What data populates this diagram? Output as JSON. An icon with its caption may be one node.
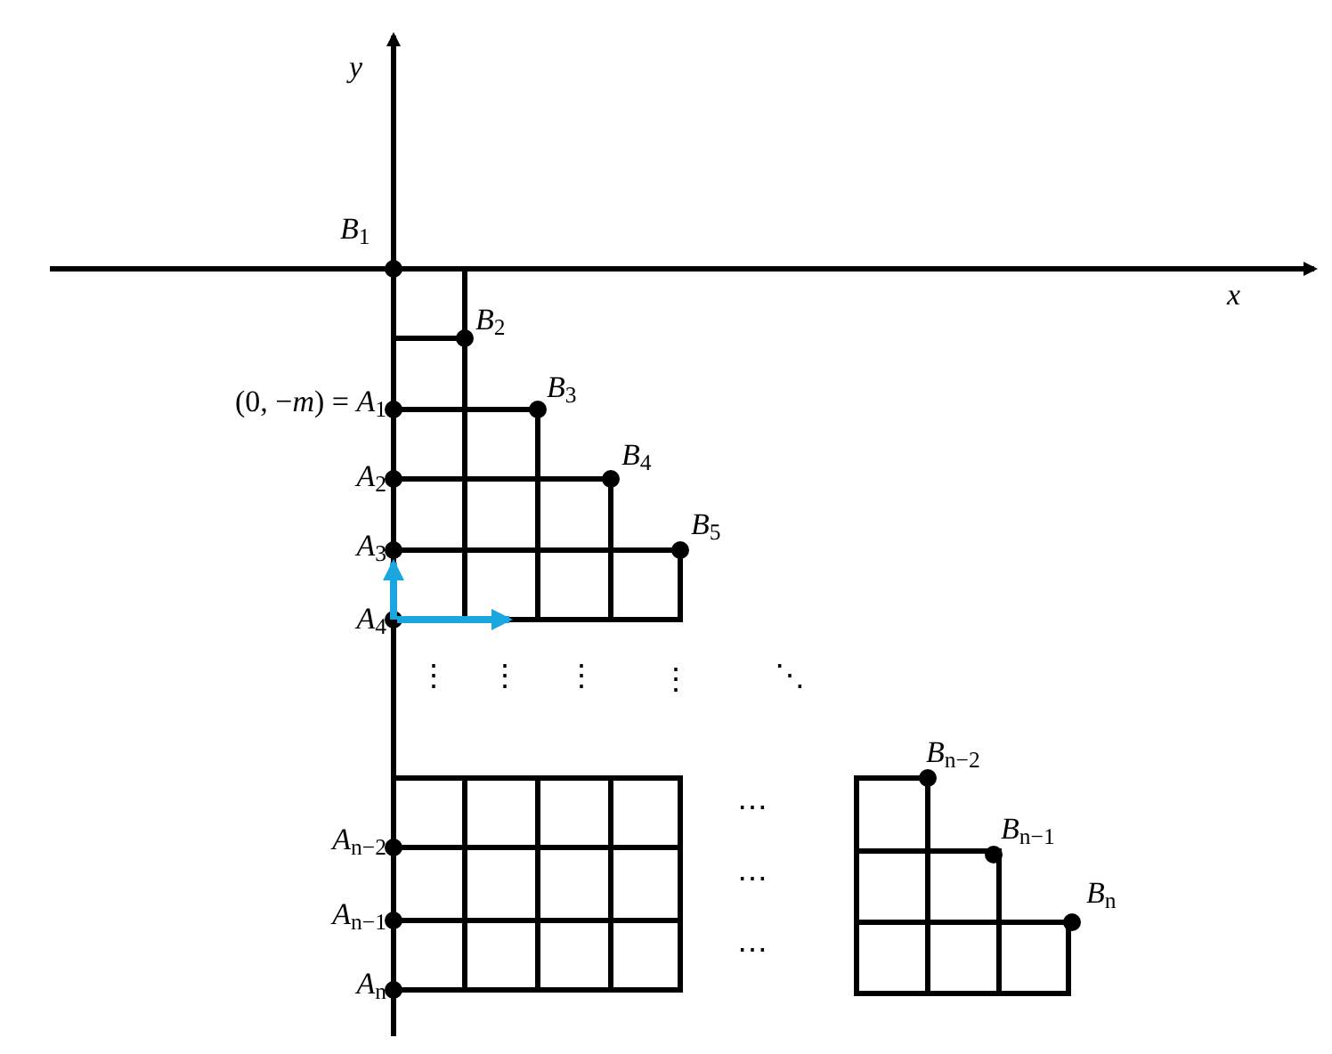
{
  "diagram": {
    "labels": [
      "*y*",
      "*B*$_{1}$",
      "*x*",
      "*B*$_{2}$",
      "(0, −*m*) = *A*$_{1}$",
      "*B*$_{3}$",
      "*A*$_{2}$",
      "*B*$_{4}$",
      "*A*$_{3}$",
      "*B*$_{5}$",
      "*A*$_{4}$",
      "⋮",
      "⋮",
      "⋮",
      "⋮",
      "⋱",
      "*B*$_{n−2}$",
      "⋯",
      "*A*$_{n−2}$",
      "*B*$_{n−1}$",
      "⋯",
      "*A*$_{n−1}$",
      "*B*$_{n}$",
      "⋯",
      "*A*$_{n}$"
    ]
  }
}
